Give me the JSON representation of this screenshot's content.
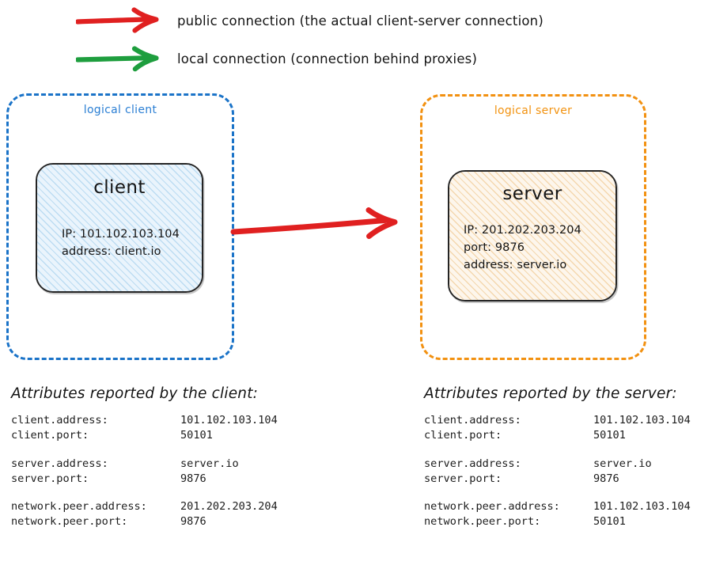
{
  "legend": {
    "items": [
      {
        "icon": "red-arrow-icon",
        "color": "#e02020",
        "label": "public connection (the actual client-server connection)"
      },
      {
        "icon": "green-arrow-icon",
        "color": "#1e9e3e",
        "label": "local connection (connection behind proxies)"
      }
    ]
  },
  "diagram": {
    "client_container": {
      "title": "logical client",
      "border_color": "#1a73c8",
      "node": {
        "title": "client",
        "details": [
          "IP: 101.102.103.104",
          "address: client.io"
        ],
        "fill_color": "#eaf4fc",
        "hatch_color": "#bcdcf2"
      }
    },
    "server_container": {
      "title": "logical server",
      "border_color": "#f29111",
      "node": {
        "title": "server",
        "details": [
          "IP: 201.202.203.204",
          "port: 9876",
          "address: server.io"
        ],
        "fill_color": "#fdf6ec",
        "hatch_color": "#f4d7ae"
      }
    },
    "connection_arrow": {
      "name": "public-connection-arrow",
      "color": "#e02020",
      "direction": "client-to-server"
    }
  },
  "client_attributes": {
    "heading": "Attributes reported by the client:",
    "groups": [
      [
        {
          "key": "client.address:",
          "value": "101.102.103.104"
        },
        {
          "key": "client.port:",
          "value": "50101"
        }
      ],
      [
        {
          "key": "server.address:",
          "value": "server.io"
        },
        {
          "key": "server.port:",
          "value": "9876"
        }
      ],
      [
        {
          "key": "network.peer.address:",
          "value": "201.202.203.204"
        },
        {
          "key": "network.peer.port:",
          "value": "9876"
        }
      ]
    ]
  },
  "server_attributes": {
    "heading": "Attributes reported by the server:",
    "groups": [
      [
        {
          "key": "client.address:",
          "value": "101.102.103.104"
        },
        {
          "key": "client.port:",
          "value": "50101"
        }
      ],
      [
        {
          "key": "server.address:",
          "value": "server.io"
        },
        {
          "key": "server.port:",
          "value": "9876"
        }
      ],
      [
        {
          "key": "network.peer.address:",
          "value": "101.102.103.104"
        },
        {
          "key": "network.peer.port:",
          "value": "50101"
        }
      ]
    ]
  }
}
